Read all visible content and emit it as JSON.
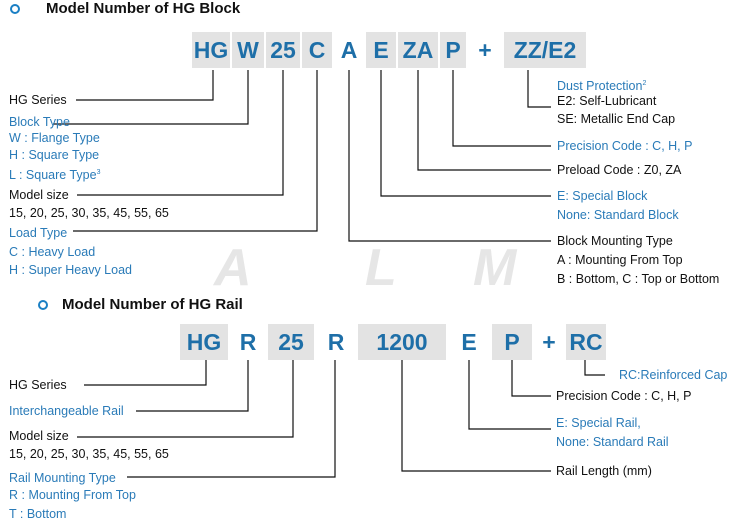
{
  "block": {
    "heading": "Model Number of HG Block",
    "codes": [
      "HG",
      "W",
      "25",
      "C",
      "A",
      "E",
      "ZA",
      "P",
      "+",
      "ZZ/E2"
    ],
    "left_labels": {
      "series": "HG Series",
      "block_type": "Block Type",
      "flange": "W : Flange  Type",
      "square_h": "H : Square Type",
      "square_l": "L : Square Type",
      "square_l_sup": "3",
      "model_size": "Model size",
      "sizes": "15, 20, 25, 30, 35, 45, 55, 65",
      "load_type": "Load Type",
      "heavy": "C : Heavy Load",
      "super_heavy": "H : Super Heavy Load"
    },
    "right_labels": {
      "dust": "Dust Protection",
      "dust_sup": "2",
      "e2": "E2: Self-Lubricant",
      "se": "SE: Metallic End Cap",
      "precision": "Precision Code : C, H, P",
      "preload": "Preload Code : Z0, ZA",
      "special": "E: Special Block",
      "standard": "None: Standard Block",
      "mounting": "Block Mounting Type",
      "mount_top": "A : Mounting From Top",
      "mount_bottom": "B : Bottom, C : Top or Bottom"
    },
    "watermark": [
      "A",
      "L",
      "M"
    ]
  },
  "rail": {
    "heading": "Model Number of HG Rail",
    "codes": [
      "HG",
      "R",
      "25",
      "R",
      "1200",
      "E",
      "P",
      "+",
      "RC"
    ],
    "left_labels": {
      "series": "HG Series",
      "interchangeable": "Interchangeable Rail",
      "model_size": "Model size",
      "sizes": "15, 20, 25, 30, 35, 45, 55, 65",
      "mounting": "Rail Mounting Type",
      "mount_top": "R : Mounting From Top",
      "mount_bottom": "T : Bottom"
    },
    "right_labels": {
      "cap": "RC:Reinforced Cap",
      "precision": "Precision Code : C, H, P",
      "special": "E: Special Rail,",
      "standard": "None: Standard Rail",
      "length": "Rail Length (mm)"
    }
  },
  "colors": {
    "accent_blue": "#1e6fa8",
    "label_blue": "#2a7bb8",
    "box_grey": "#e3e3e3"
  }
}
